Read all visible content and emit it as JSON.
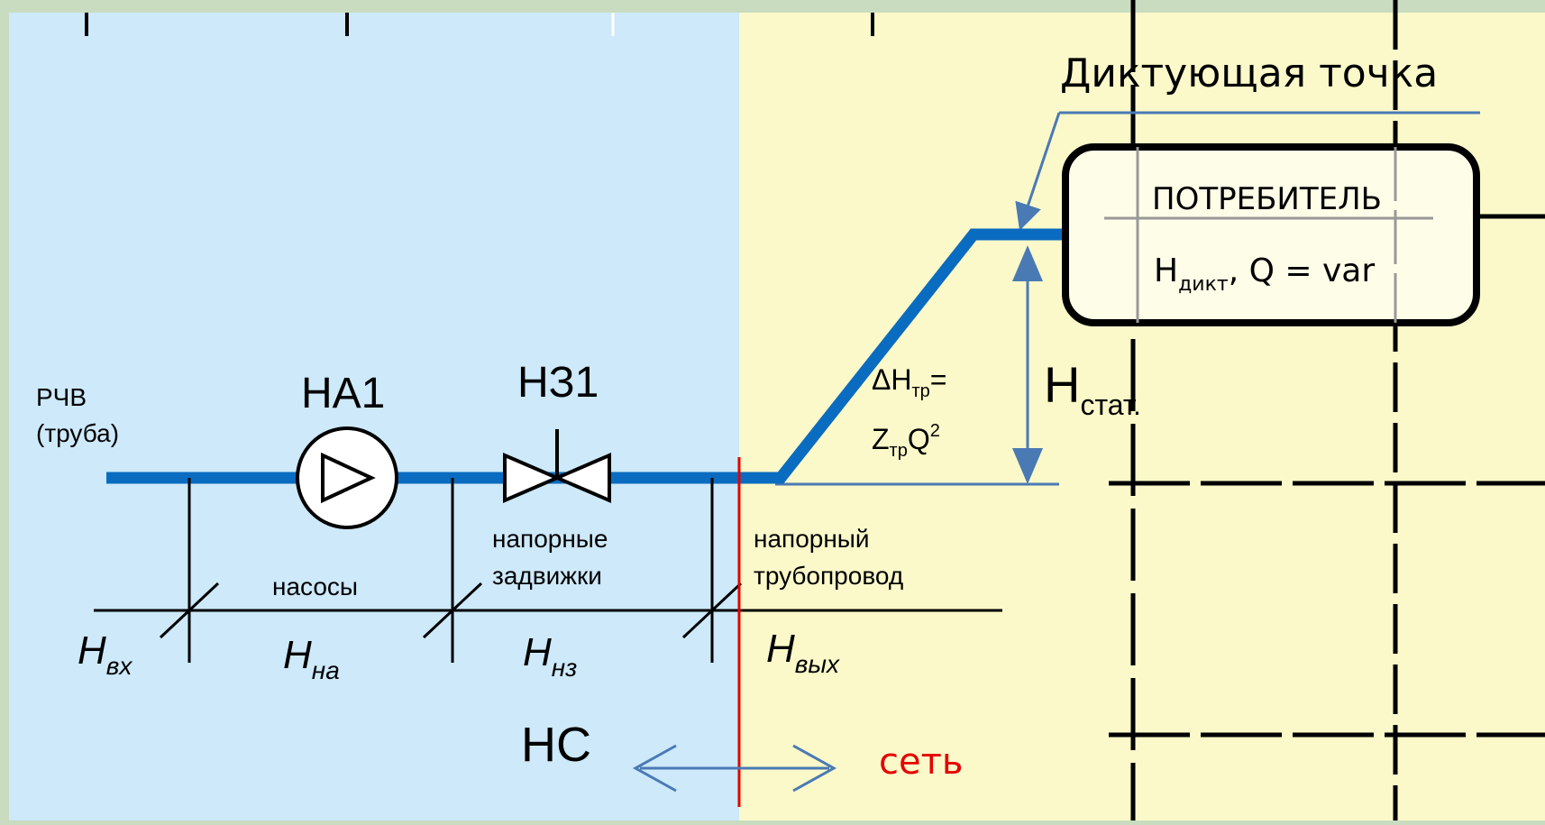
{
  "dictating_point_label": "Диктующая точка",
  "consumer": {
    "title": "ПОТРЕБИТЕЛЬ",
    "h_main": "H",
    "h_sub": "дикт",
    "q_text": ", Q = var"
  },
  "source": {
    "line1": "РЧВ",
    "line2": "(труба)"
  },
  "pump": {
    "label": "НА1",
    "caption": "насосы"
  },
  "valve": {
    "label": "НЗ1",
    "caption_line1": "напорные",
    "caption_line2": "задвижки"
  },
  "pipeline": {
    "caption_line1": "напорный",
    "caption_line2": "трубопровод"
  },
  "friction": {
    "delta": "ΔH",
    "delta_sub": "тр",
    "eq": "=",
    "z": "Z",
    "z_sub": "тр",
    "q": "Q",
    "q_sup": "2"
  },
  "static_head": {
    "main": "H",
    "sub": "стат."
  },
  "heads": {
    "h_in": {
      "main": "H",
      "sub": "вх"
    },
    "h_pump": {
      "main": "H",
      "sub": "на"
    },
    "h_valve": {
      "main": "H",
      "sub": "нз"
    },
    "h_out": {
      "main": "H",
      "sub": "вых"
    }
  },
  "zones": {
    "station": "НС",
    "network": "сеть"
  },
  "colors": {
    "station_bg": "#cde9fa",
    "network_bg": "#fbf9c9",
    "pipe": "#0a6cc0",
    "arrow": "#4a7ab4",
    "boundary": "#e60000",
    "network_text": "#e60000",
    "consumer_fill": "#fdfde8"
  }
}
